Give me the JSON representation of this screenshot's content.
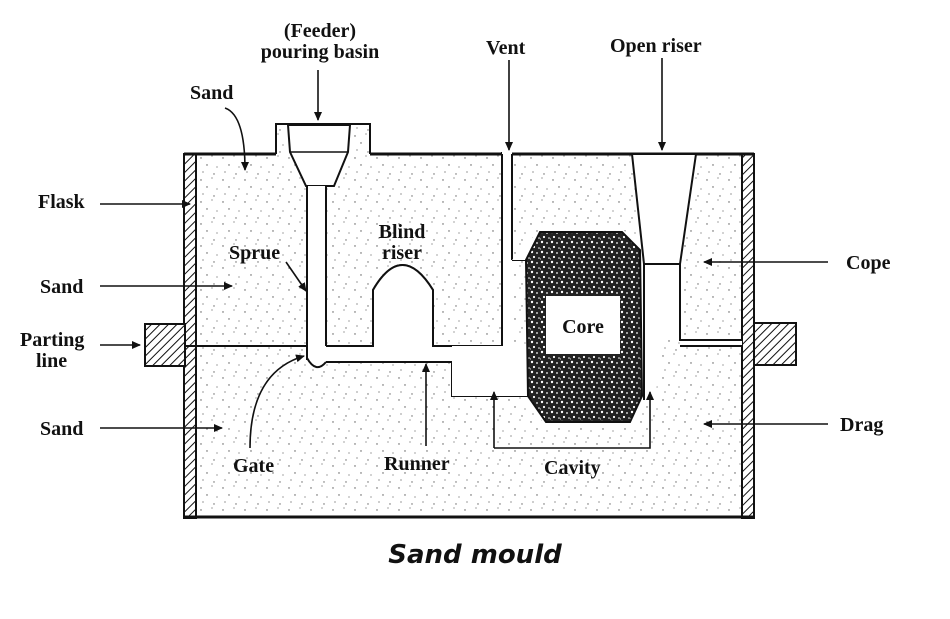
{
  "labels": {
    "feeder": "(Feeder)",
    "pouring_basin": "pouring basin",
    "vent": "Vent",
    "open_riser": "Open riser",
    "sand_top": "Sand",
    "flask": "Flask",
    "blind_riser_line1": "Blind",
    "blind_riser_line2": "riser",
    "sprue": "Sprue",
    "cope": "Cope",
    "sand_mid": "Sand",
    "core": "Core",
    "parting_line1": "Parting",
    "parting_line2": "line",
    "sand_bottom": "Sand",
    "drag": "Drag",
    "gate": "Gate",
    "runner": "Runner",
    "cavity": "Cavity"
  },
  "caption": "Sand mould"
}
